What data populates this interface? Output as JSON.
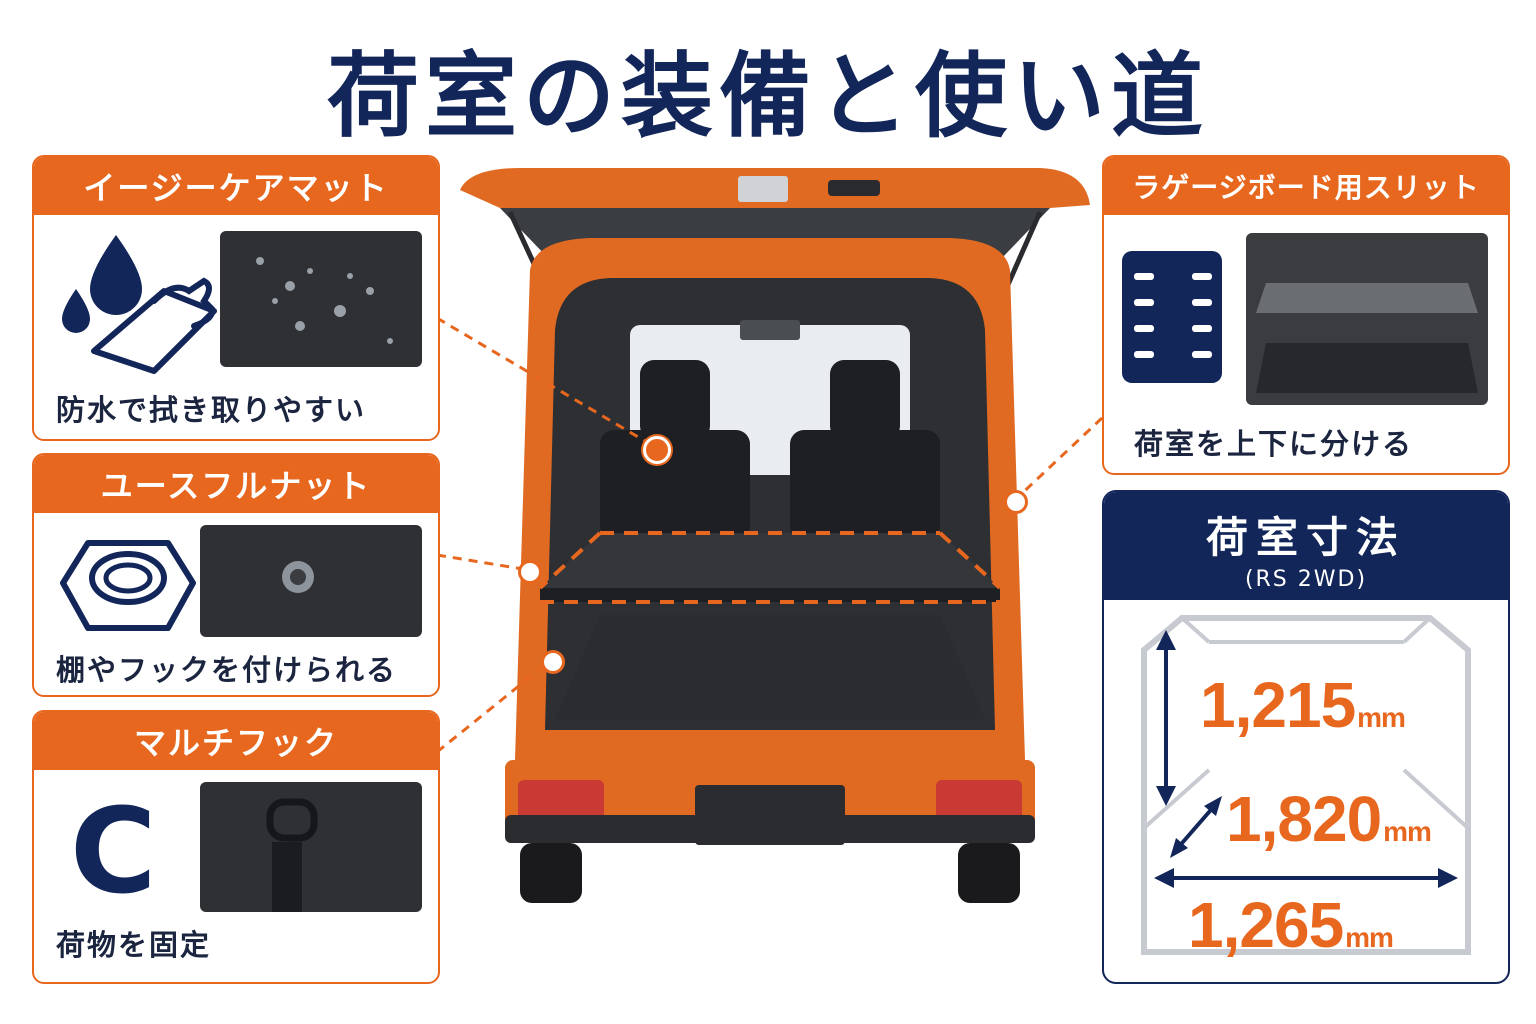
{
  "title": "荷室の装備と使い道",
  "cards": {
    "easy_care_mat": {
      "heading": "イージーケアマット",
      "caption": "防水で拭き取りやすい"
    },
    "useful_nut": {
      "heading": "ユースフルナット",
      "caption": "棚やフックを付けられる"
    },
    "multi_hook": {
      "heading": "マルチフック",
      "caption": "荷物を固定",
      "icon_letter": "C"
    },
    "luggage_board_slit": {
      "heading": "ラゲージボード用スリット",
      "caption": "荷室を上下に分ける"
    }
  },
  "dimensions": {
    "title": "荷室寸法",
    "subtitle": "(RS 2WD)",
    "height": {
      "value": "1,215",
      "unit": "mm"
    },
    "length": {
      "value": "1,820",
      "unit": "mm"
    },
    "width": {
      "value": "1,265",
      "unit": "mm"
    }
  },
  "colors": {
    "accent": "#e8671f",
    "navy": "#13265a",
    "van_body": "#e06a22"
  }
}
